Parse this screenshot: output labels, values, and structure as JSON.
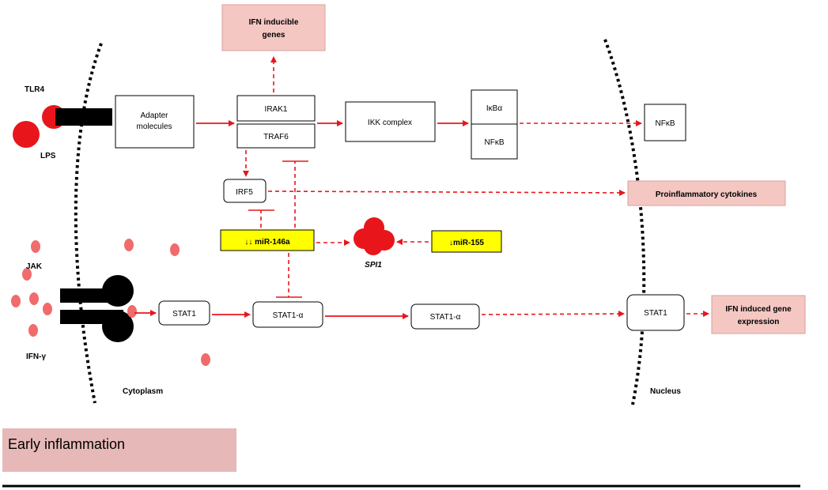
{
  "colors": {
    "arrow": "#e8161b",
    "highlight_box": "#f4c7c3",
    "mirna_box": "#ffff00",
    "molecule_red": "#e8161b",
    "molecule_pink": "#f06b6b",
    "stage_banner": "#e6b9b8"
  },
  "receptors": {
    "tlr4": "TLR4",
    "lps": "LPS",
    "jak": "JAK",
    "ifn_gamma": "IFN-γ"
  },
  "nodes": {
    "adapter_line1": "Adapter",
    "adapter_line2": "molecules",
    "irak1": "IRAK1",
    "traf6": "TRAF6",
    "ikk": "IKK complex",
    "ikba": "IκBα",
    "nfkb_bound": "NFκB",
    "nfkb_nuclear": "NFκB",
    "irf5": "IRF5",
    "stat1_a": "STAT1",
    "stat1_alpha_1": "STAT1-α",
    "stat1_alpha_2": "STAT1-α",
    "stat1_nuclear": "STAT1",
    "mir146a": "↓↓ miR-146a",
    "mir155": "↓miR-155",
    "spi1": "SPI1"
  },
  "outputs": {
    "ifn_inducible_line1": "IFN inducible",
    "ifn_inducible_line2": "genes",
    "proinflammatory": "Proinflammatory cytokines",
    "ifn_induced_line1": "IFN induced gene",
    "ifn_induced_line2": "expression"
  },
  "compartments": {
    "cytoplasm": "Cytoplasm",
    "nucleus": "Nucleus"
  },
  "stage_label": "Early inflammation"
}
